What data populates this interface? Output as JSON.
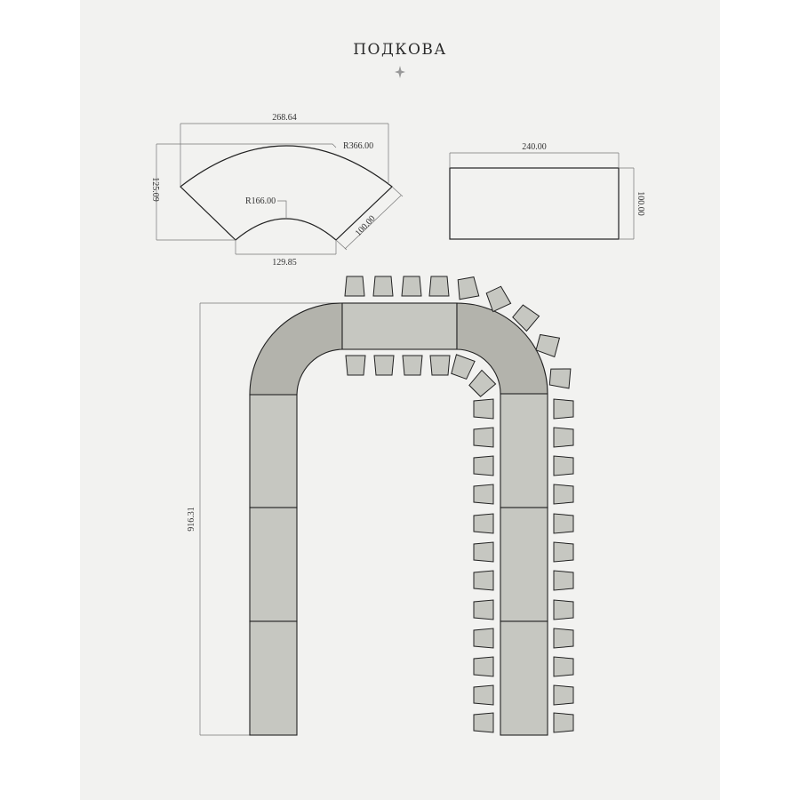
{
  "title": "ПОДКОВА",
  "colors": {
    "background": "#f2f2f0",
    "page": "#ffffff",
    "table_curved": "#b3b3ac",
    "table_straight": "#c6c7c1",
    "chair": "#c6c7c1",
    "line": "#222222",
    "dim_line": "#777777"
  },
  "icons": {
    "title_ornament": "four-point-star-icon"
  },
  "curved_module": {
    "chord_width": "268.64",
    "outer_radius": "R366.00",
    "inner_radius": "R166.00",
    "height": "125.09",
    "depth": "100.00",
    "inner_chord": "129.85"
  },
  "straight_module": {
    "width": "240.00",
    "depth": "100.00"
  },
  "layout": {
    "total_length": "916.31"
  }
}
